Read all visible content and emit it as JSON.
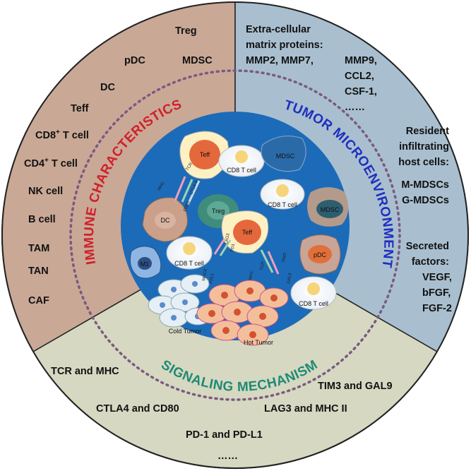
{
  "sections": {
    "immune": {
      "title": "IMMUNE CHARACTERISTICS",
      "items": [
        "Treg",
        "pDC",
        "MDSC",
        "DC",
        "Teff",
        "CD8",
        "+",
        " T cell",
        "CD4",
        "+",
        " T cell",
        "NK cell",
        "B cell",
        "TAM",
        "TAN",
        "CAF"
      ]
    },
    "tumor": {
      "title": "TUMOR MICROENVIRONMENT",
      "ecm_lines": [
        "Extra-cellular",
        "matrix proteins:",
        "MMP2, MMP7,",
        "MMP9,",
        "CCL2,",
        "CSF-1,",
        "……"
      ],
      "resident_lines": [
        "Resident",
        "infiltrating",
        "host cells:",
        "M-MDSCs",
        "G-MDSCs"
      ],
      "secreted_lines": [
        "Secreted",
        "factors:",
        "VEGF,",
        "bFGF,",
        "FGF-2"
      ]
    },
    "signaling": {
      "title": "SIGNALING MECHANISM",
      "items": [
        "TCR and MHC",
        "TIM3 and GAL9",
        "CTLA4 and CD80",
        "LAG3 and MHC II",
        "PD-1 and PD-L1",
        "……"
      ]
    }
  },
  "center": {
    "cells": {
      "teff_top": "Teff",
      "cd8_1": "CD8 T cell",
      "mdsc_ghost": "MDSC",
      "dc": "DC",
      "treg": "Treg",
      "cd8_2": "CD8 T cell",
      "mdsc": "MDSC",
      "teff_mid": "Teff",
      "m1": "M1",
      "cd8_3": "CD8 T cell",
      "pdc": "pDC",
      "cd8_4": "CD8 T cell",
      "cold": "Cold Tumor",
      "hot": "Hot Tumor"
    },
    "molecules": {
      "mhc": "MHC",
      "tcr": "TCR",
      "cd80": "CD80",
      "ctla4": "CTLA-4",
      "lag3": "LAG3",
      "pd1": "PD1",
      "mhcii": "MHCII",
      "pdl1": "PDL1",
      "mhc2": "MHC",
      "tcr2": "TCR",
      "tim3": "TIM3",
      "gal9": "GAL9"
    }
  },
  "colors": {
    "immune_bg": "#c9a896",
    "tumor_bg": "#a9bfcf",
    "signaling_bg": "#d6d8c2",
    "center_blue": "#1c6bb8",
    "immune_title": "#d0202a",
    "tumor_title": "#1e2fbf",
    "signaling_title": "#1f8a74"
  }
}
